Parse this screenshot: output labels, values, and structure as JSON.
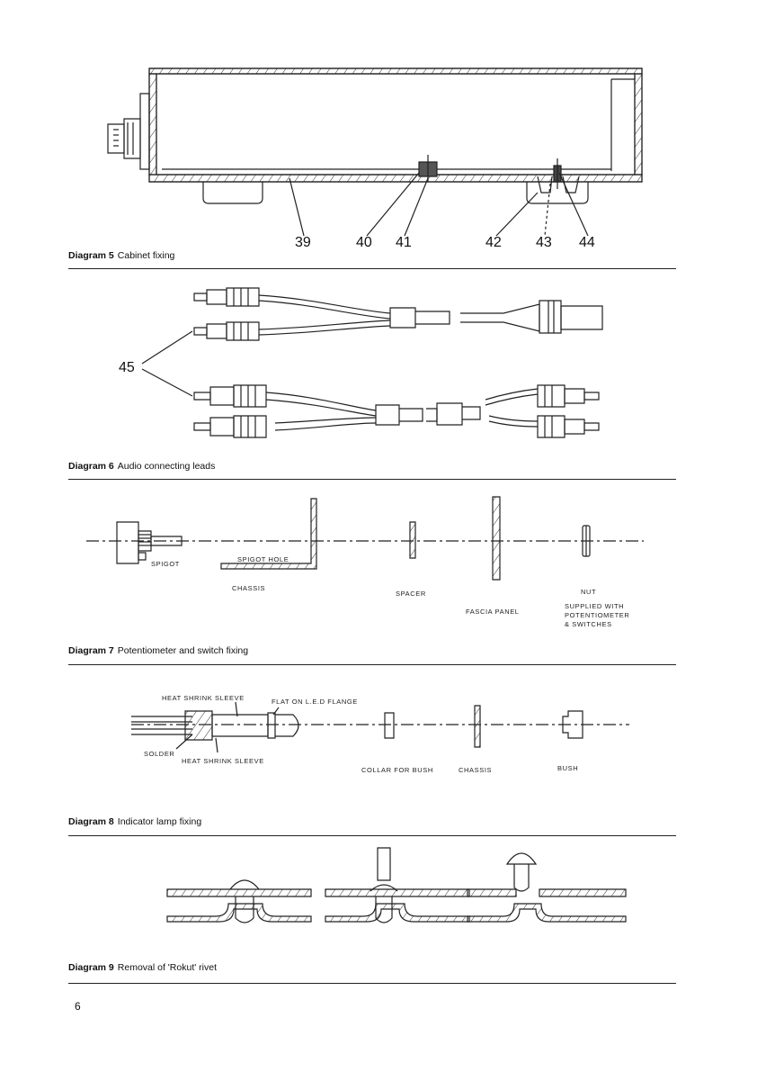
{
  "page_number": "6",
  "diagram5": {
    "num": "Diagram 5",
    "title": "Cabinet fixing",
    "callouts": [
      "39",
      "40",
      "41",
      "42",
      "43",
      "44"
    ]
  },
  "diagram6": {
    "num": "Diagram 6",
    "title": "Audio connecting leads",
    "callouts": [
      "45"
    ]
  },
  "diagram7": {
    "num": "Diagram 7",
    "title": "Potentiometer and switch fixing",
    "labels": {
      "spigot": "SPIGOT",
      "spigot_hole": "SPIGOT HOLE",
      "chassis": "CHASSIS",
      "spacer": "SPACER",
      "fascia_panel": "FASCIA PANEL",
      "nut": "NUT",
      "supplied_1": "SUPPLIED WITH",
      "supplied_2": "POTENTIOMETER",
      "supplied_3": "& SWITCHES"
    }
  },
  "diagram8": {
    "num": "Diagram 8",
    "title": "Indicator lamp fixing",
    "labels": {
      "heat_shrink_sleeve_top": "HEAT SHRINK SLEEVE",
      "flat_on_led": "FLAT ON L.E.D FLANGE",
      "solder": "SOLDER",
      "heat_shrink_sleeve_bottom": "HEAT SHRINK SLEEVE",
      "collar": "COLLAR FOR BUSH",
      "chassis": "CHASSIS",
      "bush": "BUSH"
    }
  },
  "diagram9": {
    "num": "Diagram 9",
    "title": "Removal of 'Rokut' rivet"
  }
}
